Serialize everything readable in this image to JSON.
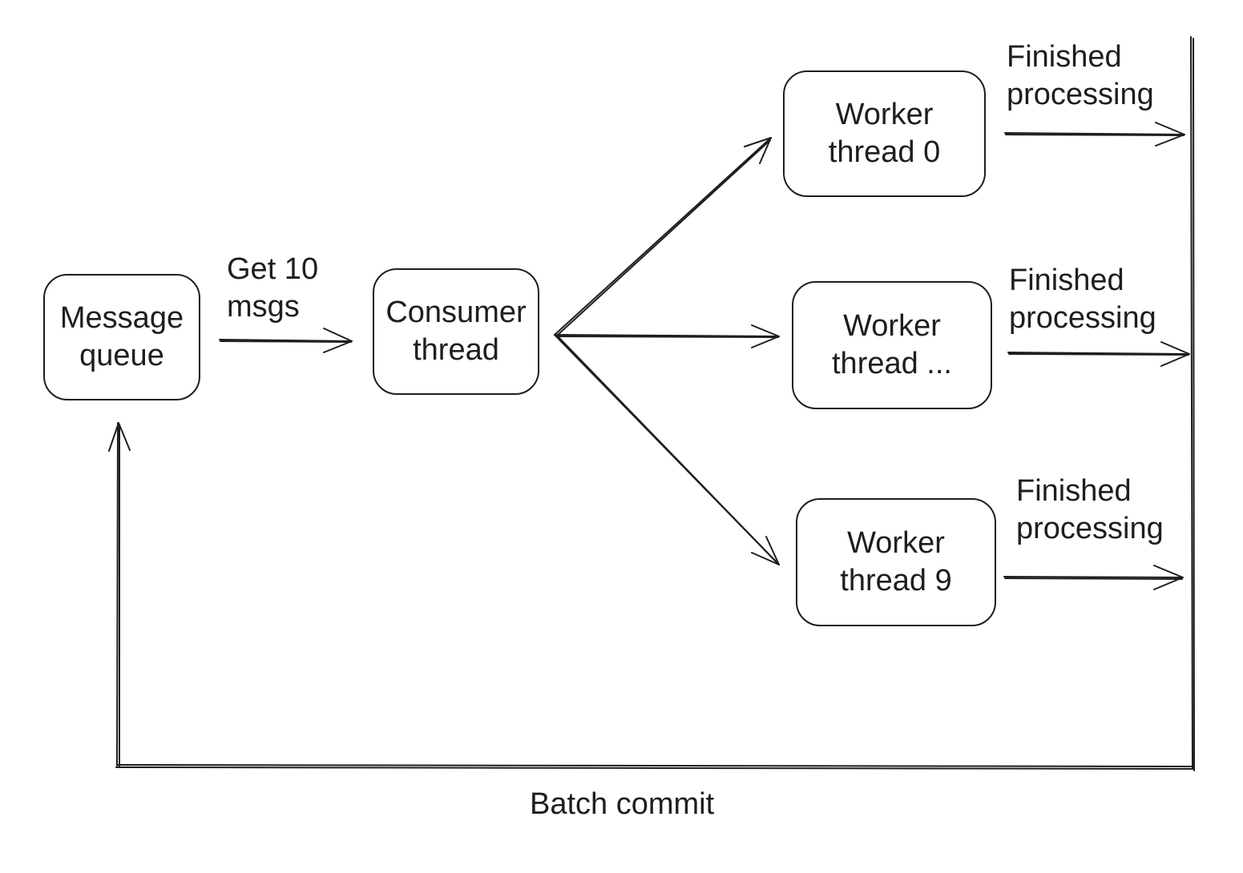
{
  "nodes": {
    "message_queue": "Message\nqueue",
    "consumer_thread": "Consumer\nthread",
    "worker_0": "Worker\nthread 0",
    "worker_mid": "Worker\nthread ...",
    "worker_9": "Worker\nthread 9"
  },
  "edge_labels": {
    "get_msgs": "Get 10\nmsgs",
    "finished_0": "Finished\nprocessing",
    "finished_mid": "Finished\nprocessing",
    "finished_9": "Finished\nprocessing",
    "batch_commit": "Batch commit"
  },
  "colors": {
    "stroke": "#1e1e1e",
    "background": "#ffffff"
  }
}
